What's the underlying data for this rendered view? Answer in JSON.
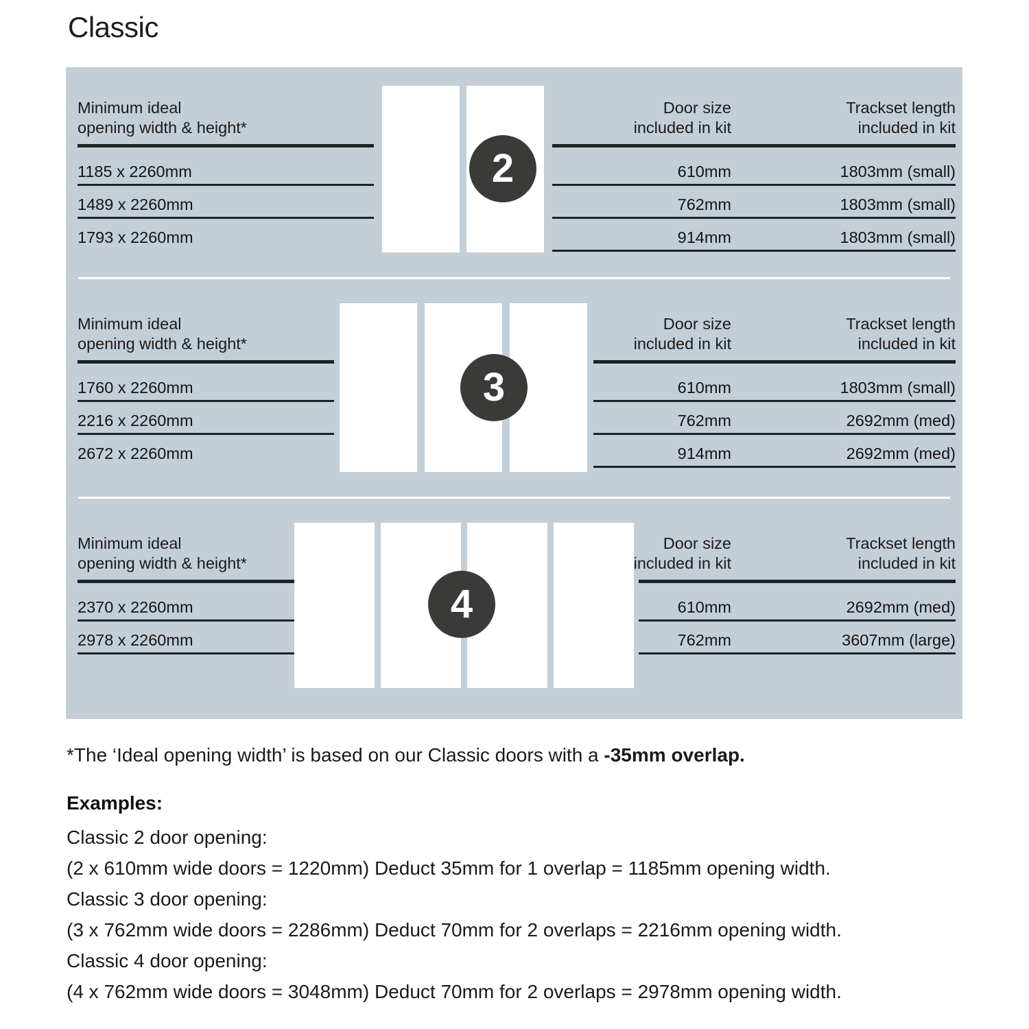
{
  "title": "Classic",
  "colors": {
    "panel_bg": "#c4ced7",
    "badge_bg": "#3a3a38",
    "rule": "#1c2326",
    "door_fill": "#ffffff"
  },
  "sections": [
    {
      "badge": "2",
      "door_count": 2,
      "headers": {
        "left": "Minimum ideal\nopening width & height*",
        "middle": "Door size\nincluded in kit",
        "right": "Trackset length\nincluded in kit"
      },
      "rows": [
        {
          "opening": "1185 x 2260mm",
          "door_size": "610mm",
          "trackset": "1803mm (small)"
        },
        {
          "opening": "1489 x 2260mm",
          "door_size": "762mm",
          "trackset": "1803mm (small)"
        },
        {
          "opening": "1793 x 2260mm",
          "door_size": "914mm",
          "trackset": "1803mm (small)"
        }
      ]
    },
    {
      "badge": "3",
      "door_count": 3,
      "headers": {
        "left": "Minimum ideal\nopening width & height*",
        "middle": "Door size\nincluded in kit",
        "right": "Trackset length\nincluded in kit"
      },
      "rows": [
        {
          "opening": "1760 x 2260mm",
          "door_size": "610mm",
          "trackset": "1803mm (small)"
        },
        {
          "opening": "2216 x 2260mm",
          "door_size": "762mm",
          "trackset": "2692mm (med)"
        },
        {
          "opening": "2672 x 2260mm",
          "door_size": "914mm",
          "trackset": "2692mm (med)"
        }
      ]
    },
    {
      "badge": "4",
      "door_count": 4,
      "headers": {
        "left": "Minimum ideal\nopening width & height*",
        "middle": "Door size\nincluded in kit",
        "right": "Trackset length\nincluded in kit"
      },
      "rows": [
        {
          "opening": "2370 x 2260mm",
          "door_size": "610mm",
          "trackset": "2692mm (med)"
        },
        {
          "opening": "2978 x 2260mm",
          "door_size": "762mm",
          "trackset": "3607mm (large)"
        }
      ]
    }
  ],
  "footnote": {
    "lead": "*The ‘Ideal opening width’ is based on our Classic doors with a ",
    "emphasis": "-35mm overlap."
  },
  "examples": {
    "heading": "Examples:",
    "lines": [
      "Classic 2 door opening:",
      "(2 x 610mm wide doors = 1220mm)  Deduct 35mm for 1 overlap = 1185mm opening width.",
      "Classic 3 door opening:",
      "(3 x 762mm wide doors = 2286mm)  Deduct 70mm for 2 overlaps = 2216mm opening width.",
      "Classic 4 door opening:",
      "(4 x 762mm wide doors = 3048mm)  Deduct 70mm for 2 overlaps = 2978mm opening width."
    ]
  }
}
